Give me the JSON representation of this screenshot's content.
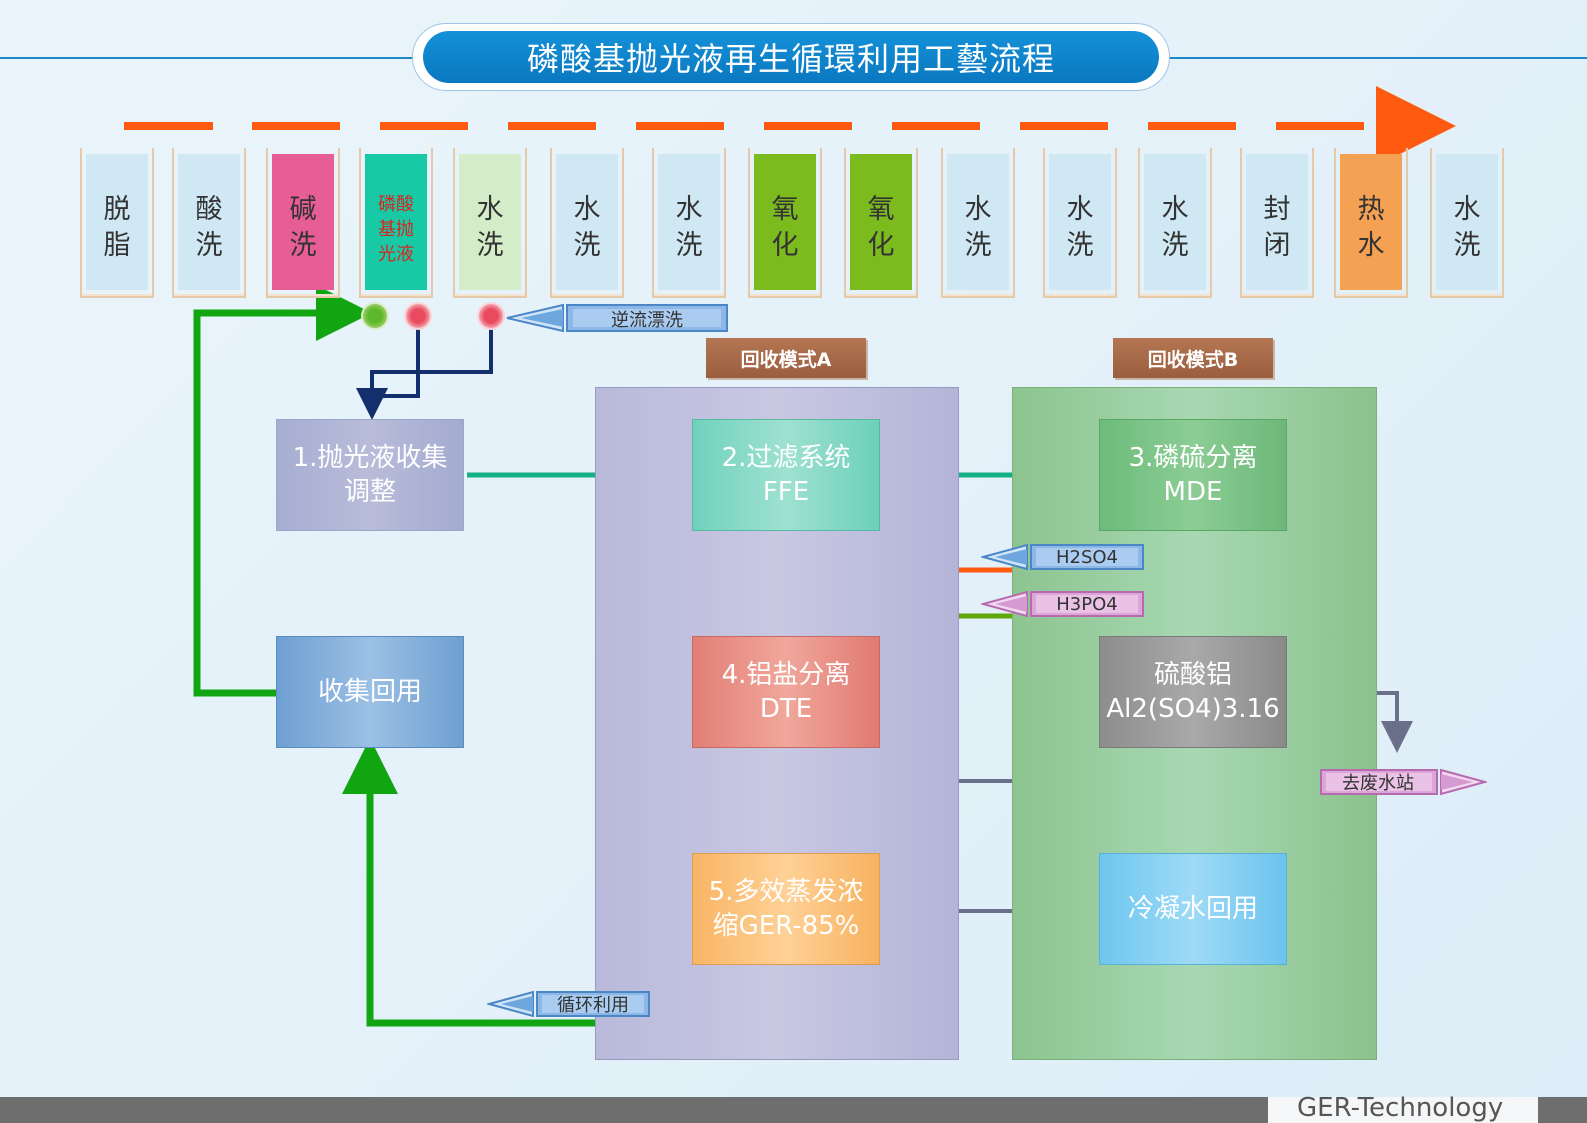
{
  "title": "磷酸基抛光液再生循環利用工藝流程",
  "tanks": [
    {
      "l1": "脱",
      "l2": "脂",
      "color": "#cfe8f4"
    },
    {
      "l1": "酸",
      "l2": "洗",
      "color": "#cfe8f4"
    },
    {
      "l1": "碱",
      "l2": "洗",
      "color": "#e75d95"
    },
    {
      "l1": "磷酸",
      "l2": "基抛",
      "l3": "光液",
      "color": "#18c9a6"
    },
    {
      "l1": "水",
      "l2": "洗",
      "color": "#d4ecc8"
    },
    {
      "l1": "水",
      "l2": "洗",
      "color": "#cfe8f4"
    },
    {
      "l1": "水",
      "l2": "洗",
      "color": "#cfe8f4"
    },
    {
      "l1": "氧",
      "l2": "化",
      "color": "#7bbb1e"
    },
    {
      "l1": "氧",
      "l2": "化",
      "color": "#7bbb1e"
    },
    {
      "l1": "水",
      "l2": "洗",
      "color": "#cfe8f4"
    },
    {
      "l1": "水",
      "l2": "洗",
      "color": "#cfe8f4"
    },
    {
      "l1": "水",
      "l2": "洗",
      "color": "#cfe8f4"
    },
    {
      "l1": "封",
      "l2": "闭",
      "color": "#cfe8f4"
    },
    {
      "l1": "热",
      "l2": "水",
      "color": "#f4a154"
    },
    {
      "l1": "水",
      "l2": "洗",
      "color": "#cfe8f4"
    }
  ],
  "tags": {
    "countercurrent": "逆流漂洗",
    "h2so4": "H2SO4",
    "h3po4": "H3PO4",
    "waste": "去废水站",
    "recycle": "循环利用"
  },
  "modes": {
    "a": "回收模式A",
    "b": "回收模式B"
  },
  "boxes": {
    "collect": {
      "l1": "1.抛光液收集",
      "l2": "调整"
    },
    "filter": {
      "l1": "2.过滤系统",
      "l2": "FFE"
    },
    "mde": {
      "l1": "3.磷硫分离",
      "l2": "MDE"
    },
    "dte": {
      "l1": "4.铝盐分离",
      "l2": "DTE"
    },
    "evap": {
      "l1": "5.多效蒸发浓",
      "l2": "缩GER-85%"
    },
    "reuse": {
      "l1": "收集回用"
    },
    "alsulfate": {
      "l1": "硫酸铝",
      "l2": "Al2(SO4)3.16"
    },
    "condensate": {
      "l1": "冷凝水回用"
    }
  },
  "colors": {
    "green_flow": "#11a611",
    "teal_flow": "#13b083",
    "orange_flow": "#ff5a10",
    "lime_flow": "#5ea80e",
    "navy_flow": "#14306c",
    "blue_flow": "#4a4cf0",
    "gray_flow": "#6a6f8a"
  },
  "footer": "GER-Technology"
}
